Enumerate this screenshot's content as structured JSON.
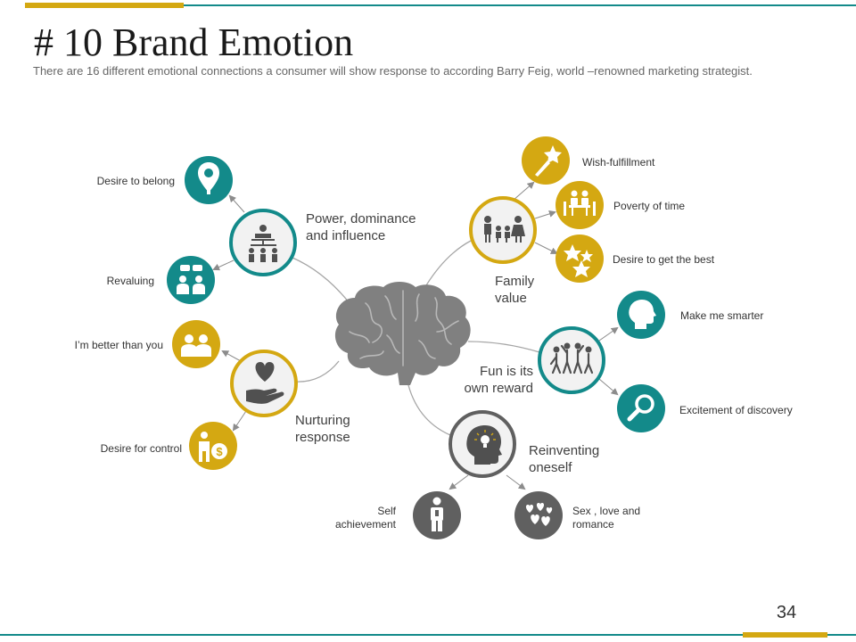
{
  "title": "# 10 Brand Emotion",
  "subtitle": "There are 16 different emotional connections a consumer will show response to according Barry Feig, world –renowned marketing strategist.",
  "page_number": "34",
  "colors": {
    "teal": "#138a8a",
    "gold": "#d4a812",
    "gray": "#606060",
    "hub_fill": "#f2f2f2",
    "brain": "#7f7f7f",
    "connector": "#a6a6a6"
  },
  "hubs": {
    "power": {
      "label_line1": "Power, dominance",
      "label_line2": "and influence",
      "icon": "org-chart-icon"
    },
    "family": {
      "label_line1": "Family",
      "label_line2": "value",
      "icon": "family-icon"
    },
    "fun": {
      "label_line1": "Fun is its",
      "label_line2": "own reward",
      "icon": "people-group-icon"
    },
    "nurturing": {
      "label_line1": "Nurturing",
      "label_line2": "response",
      "icon": "heart-hand-icon"
    },
    "reinventing": {
      "label_line1": "Reinventing",
      "label_line2": "oneself",
      "icon": "head-lightbulb-icon"
    }
  },
  "leaves": {
    "desire_belong": {
      "label": "Desire to belong",
      "icon": "location-pin-icon"
    },
    "revaluing": {
      "label": "Revaluing",
      "icon": "chat-people-icon"
    },
    "better_than": {
      "label": "I’m better than you",
      "icon": "two-people-icon"
    },
    "desire_control": {
      "label": "Desire for control",
      "icon": "money-person-icon"
    },
    "wish": {
      "label": "Wish-fulfillment",
      "icon": "shooting-star-icon"
    },
    "poverty": {
      "label": "Poverty of time",
      "icon": "meeting-table-icon"
    },
    "best": {
      "label": "Desire to get the best",
      "icon": "stars-icon"
    },
    "smarter": {
      "label": "Make me smarter",
      "icon": "head-profile-icon"
    },
    "discovery": {
      "label": "Excitement of discovery",
      "icon": "magnifier-icon"
    },
    "self_ach": {
      "label_line1": "Self",
      "label_line2": "achievement",
      "icon": "person-award-icon"
    },
    "sex_love": {
      "label_line1": "Sex , love and",
      "label_line2": "romance",
      "icon": "hearts-icon"
    }
  },
  "center_icon": "brain-icon"
}
